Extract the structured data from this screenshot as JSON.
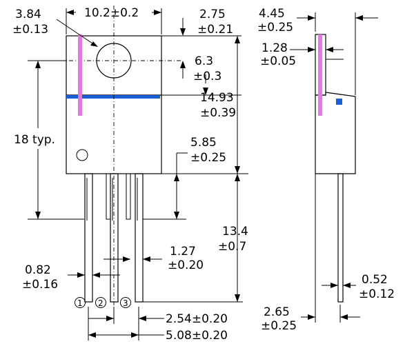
{
  "front_view": {
    "dimensions": {
      "width": "10.2±0.2",
      "hole_diameter_value": "3.84",
      "hole_diameter_tol": "±0.13",
      "tab_top_value": "2.75",
      "tab_top_tol": "±0.21",
      "hole_to_body_value": "6.3",
      "hole_to_body_tol": "±0.3",
      "body_height_value": "14.93",
      "body_height_tol": "±0.39",
      "hole_to_lead_bend": "18 typ.",
      "lead_shoulder_value": "5.85",
      "lead_shoulder_tol": "±0.25",
      "lead_length_value": "13.4",
      "lead_length_tol": "±0.7",
      "lead_pitch_width_value": "1.27",
      "lead_pitch_width_tol": "±0.20",
      "lead_width_value": "0.82",
      "lead_width_tol": "±0.16",
      "pitch": "2.54±0.20",
      "pitch_total": "5.08±0.20"
    },
    "pins": [
      "1",
      "2",
      "3"
    ]
  },
  "side_view": {
    "dimensions": {
      "depth_value": "4.45",
      "depth_tol": "±0.25",
      "tab_thickness_value": "1.28",
      "tab_thickness_tol": "±0.05",
      "lead_thickness_value": "0.52",
      "lead_thickness_tol": "±0.12",
      "lead_offset_value": "2.65",
      "lead_offset_tol": "±0.25"
    }
  },
  "colors": {
    "outline": "#000000",
    "marker_magenta": "#e07be0",
    "marker_blue": "#1a5fd8",
    "body_fill": "#ffffff"
  }
}
